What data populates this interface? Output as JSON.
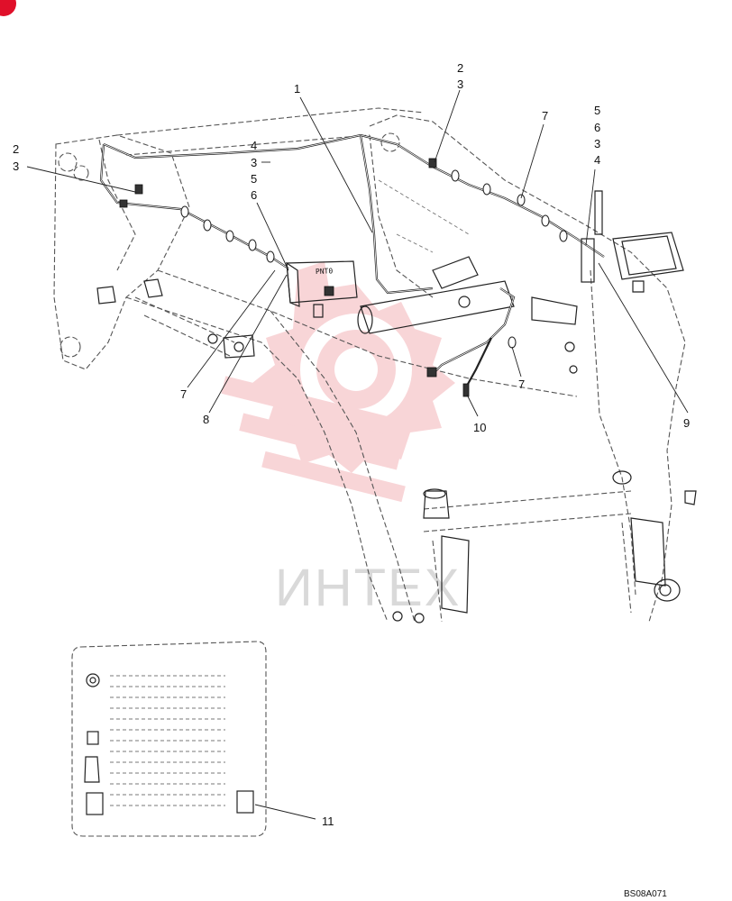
{
  "drawing": {
    "drawing_code": "BS08A071",
    "corner_badge_color": "#e0102a",
    "watermark": {
      "text": "ИНТЕХ",
      "gear_color": "#f4b3b8",
      "text_color": "#d9d9d9"
    },
    "lamp_marking": "PNT0",
    "callouts": [
      {
        "id": "c1",
        "label": "1"
      },
      {
        "id": "c2a",
        "label": "2"
      },
      {
        "id": "c3a",
        "label": "3"
      },
      {
        "id": "c2b",
        "label": "2"
      },
      {
        "id": "c3b",
        "label": "3"
      },
      {
        "id": "c4a",
        "label": "4"
      },
      {
        "id": "c3c",
        "label": "3"
      },
      {
        "id": "c5a",
        "label": "5"
      },
      {
        "id": "c6a",
        "label": "6"
      },
      {
        "id": "c7a",
        "label": "7"
      },
      {
        "id": "c5b",
        "label": "5"
      },
      {
        "id": "c6b",
        "label": "6"
      },
      {
        "id": "c3d",
        "label": "3"
      },
      {
        "id": "c4b",
        "label": "4"
      },
      {
        "id": "c7b",
        "label": "7"
      },
      {
        "id": "c8",
        "label": "8"
      },
      {
        "id": "c7c",
        "label": "7"
      },
      {
        "id": "c10",
        "label": "10"
      },
      {
        "id": "c9",
        "label": "9"
      },
      {
        "id": "c11",
        "label": "11"
      }
    ]
  }
}
